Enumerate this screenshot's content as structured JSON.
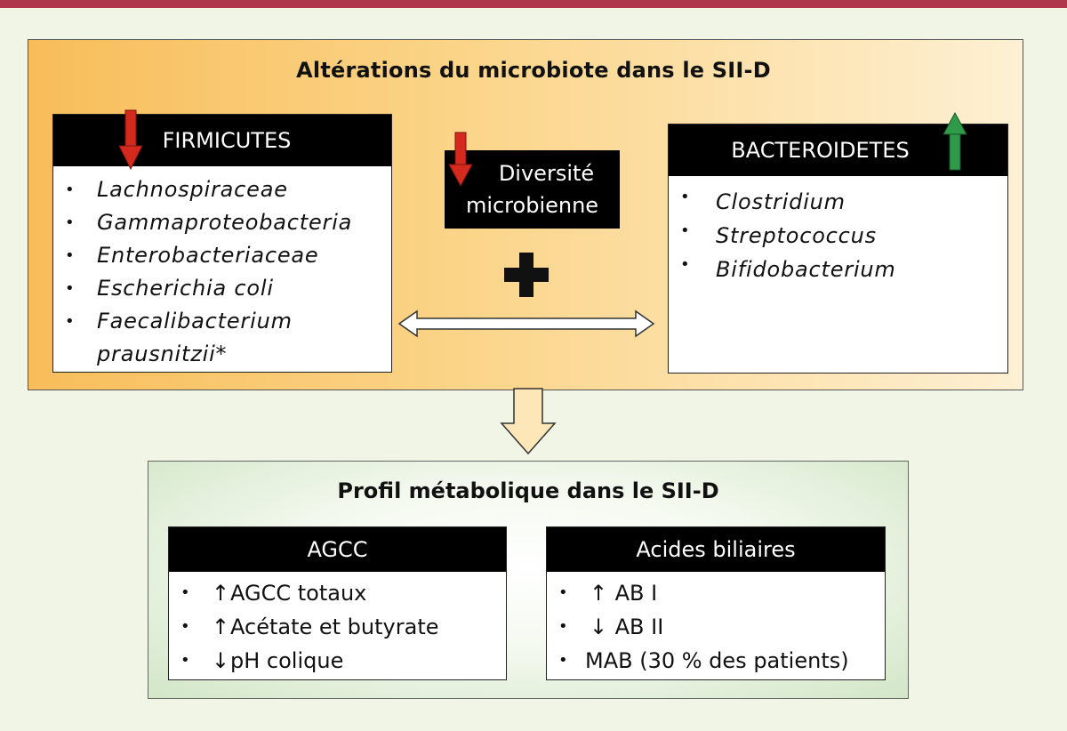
{
  "top_panel": {
    "title": "Altérations du microbiote dans le SII-D",
    "firmicutes": {
      "header": "FIRMICUTES",
      "trend": "down",
      "items": [
        "Lachnospiraceae",
        "Gammaproteobacteria",
        "Enterobacteriaceae",
        "Escherichia coli",
        "Faecalibacterium",
        "prausnitzii*"
      ]
    },
    "diversity": {
      "line1": "Diversité",
      "line2": "microbienne",
      "trend": "down"
    },
    "bacteroidetes": {
      "header": "BACTEROIDETES",
      "trend": "up",
      "items": [
        "Clostridium",
        "Streptococcus",
        "Bifidobacterium"
      ]
    }
  },
  "bottom_panel": {
    "title": "Profil métabolique dans le SII-D",
    "agcc": {
      "header": "AGCC",
      "items": [
        {
          "arrow": "↑",
          "text": "AGCC totaux"
        },
        {
          "arrow": "↑",
          "text": "Acétate et butyrate"
        },
        {
          "arrow": "↓",
          "text": "pH colique"
        }
      ]
    },
    "acides": {
      "header": "Acides biliaires",
      "items": [
        {
          "arrow": "↑",
          "text": "AB I"
        },
        {
          "arrow": "↓",
          "text": "AB II"
        },
        {
          "arrow": "",
          "text": "MAB (30 % des patients)"
        }
      ]
    }
  },
  "colors": {
    "rule": "#b0384d",
    "arrow_down": "#d42a1e",
    "arrow_up": "#2f9a48",
    "top_panel_orange": "#f8bd5a",
    "bottom_panel_green": "#d2e6c7"
  }
}
